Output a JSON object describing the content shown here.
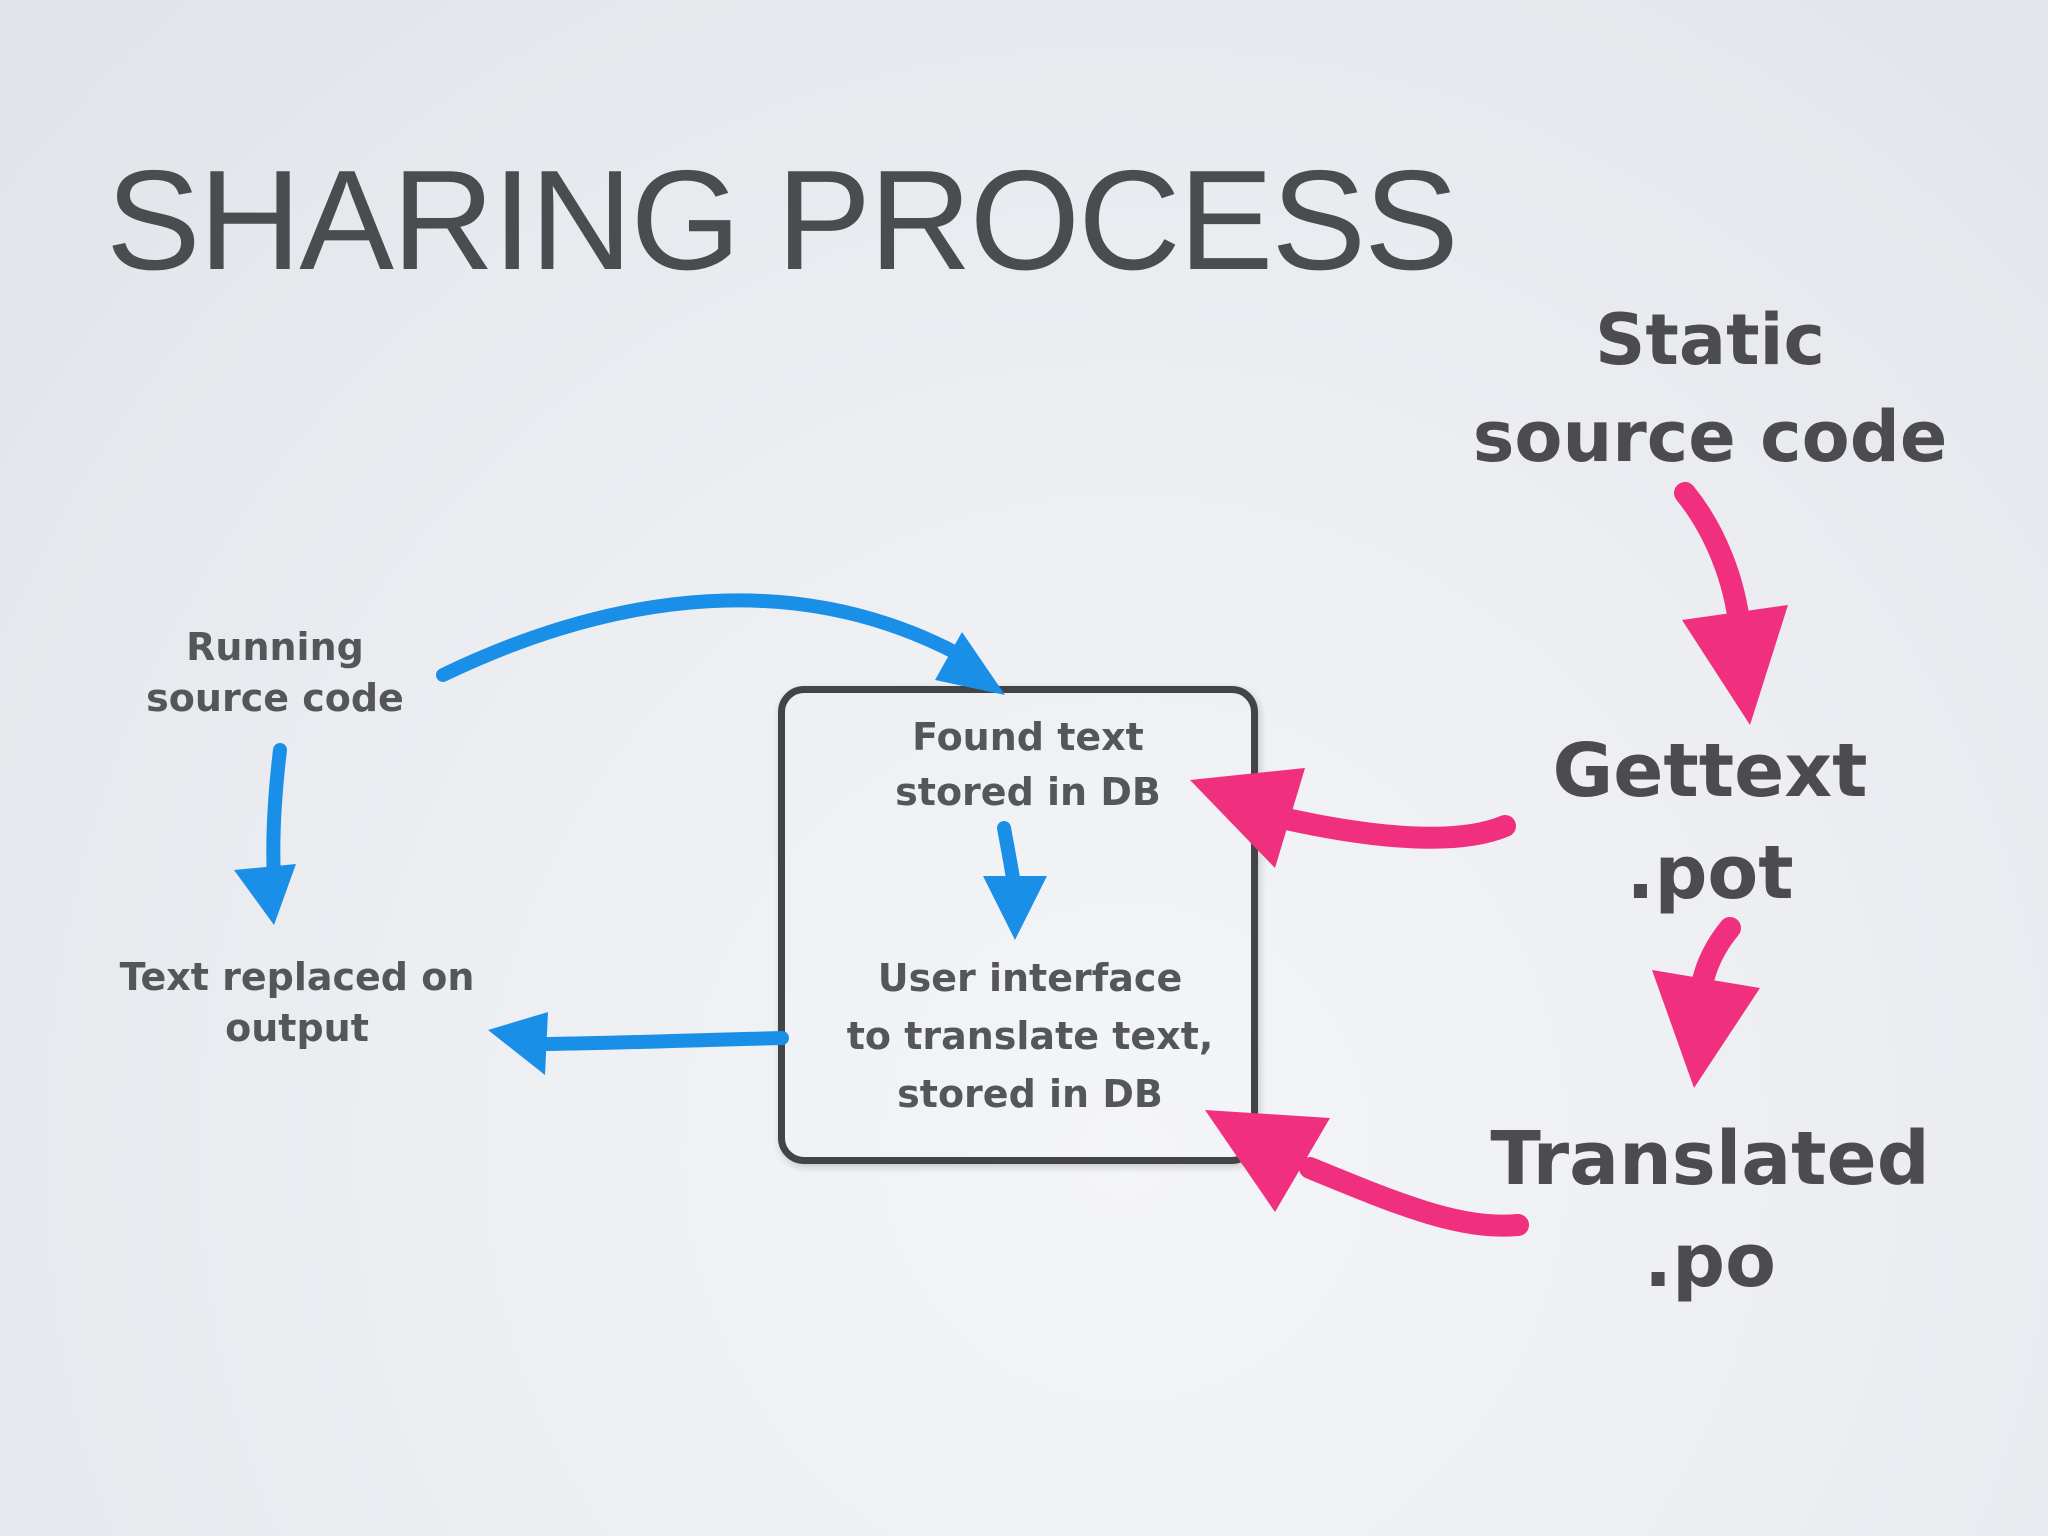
{
  "title": "SHARING PROCESS",
  "nodes": {
    "running": [
      "Running",
      "source code"
    ],
    "replaced": [
      "Text replaced on",
      "output"
    ],
    "found": [
      "Found text",
      "stored in DB"
    ],
    "ui": [
      "User interface",
      "to translate text,",
      "stored in DB"
    ],
    "static": [
      "Static",
      "source code"
    ],
    "gettext": [
      "Gettext",
      ".pot"
    ],
    "translated": [
      "Translated",
      ".po"
    ]
  },
  "colors": {
    "blue_arrow": "#1a8fe8",
    "pink_arrow": "#f0307e",
    "box_border": "#434448",
    "text": "#4c4c50"
  }
}
